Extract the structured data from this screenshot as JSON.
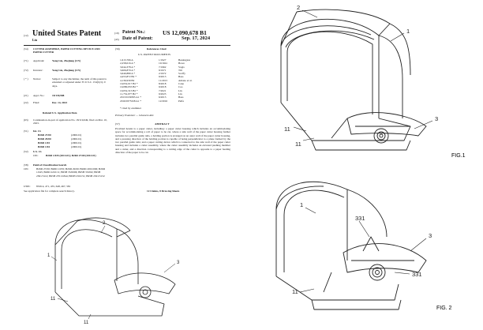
{
  "header": {
    "code12": "(12)",
    "title": "United States Patent",
    "inventor_short": "Liu",
    "code10": "(10)",
    "patent_no_label": "Patent No.:",
    "patent_no": "US 12,090,678 B1",
    "code45": "(45)",
    "date_label": "Date of Patent:",
    "date": "Sep. 17, 2024"
  },
  "left": {
    "f54_code": "(54)",
    "f54_text": "CUTTER ASSEMBLE, PAPER CUTTING DEVICE AND PAPER CUTTER",
    "f71_code": "(71)",
    "f71_label": "Applicant:",
    "f71_value": "Yong Liu, Zhejiang (CN)",
    "f72_code": "(72)",
    "f72_label": "Inventor:",
    "f72_value": "Yong Liu, Zhejiang (CN)",
    "notice_code": "( * )",
    "notice_label": "Notice:",
    "notice_text": "Subject to any disclaimer, the term of this patent is extended or adjusted under 35 U.S.C. 154(b) by 0 days.",
    "f21_code": "(21)",
    "f21_label": "Appl. No.:",
    "f21_value": "18/139,988",
    "f22_code": "(22)",
    "f22_label": "Filed:",
    "f22_value": "Dec. 14, 2023",
    "related_heading": "Related U.S. Application Data",
    "f63_code": "(63)",
    "f63_text": "Continuation-in-part of application No. 18/119,649, filed on Mar. 10, 2023.",
    "f51_code": "(51)",
    "f51_label": "Int. Cl.",
    "int_cl": [
      [
        "B26D 27/00",
        "(2006.01)"
      ],
      [
        "B26D 29/00",
        "(2006.01)"
      ],
      [
        "B26D 1/03",
        "(2006.01)"
      ],
      [
        "B26D 1/04",
        "(2006.01)"
      ]
    ],
    "f52_code": "(52)",
    "f52_label": "U.S. Cl.",
    "cpc_label": "CPC",
    "cpc_value": "B26D 1/035 (2013.01); B26D 27/00 (2013.01)",
    "f58_code": "(58)",
    "f58_label": "Field of Classification Search",
    "search_cpc_label": "CPC",
    "search_cpc_text": "B26D 27/00; B26D 1/035; B26D 29/00; B26D 2001/006; B26D 1/045; B26D 2210/11; B65H 35/0006; B65H 35/002; B65H 2301/5112; B65H 2701/1844; B65H 2301/51; B65H 2301/5152",
    "uspc_label": "USPC",
    "uspc_text": "83/614, 471, 455, 648, 467, 581",
    "see_app": "See application file for complete search history."
  },
  "middle": {
    "f56_code": "(56)",
    "f56_label": "References Cited",
    "us_docs_heading": "U.S. PATENT DOCUMENTS",
    "refs": [
      [
        "1,613,766 A",
        "1/1927",
        "Bessington"
      ],
      [
        "2,258,016 A *",
        "10/1941",
        "Bowe"
      ],
      [
        "3,044,378 A *",
        "7/1962",
        "Vogts"
      ],
      [
        "3,606,879 A *",
        "9/1971",
        "Tilt"
      ],
      [
        "3,640,889 A *",
        "2/1972",
        "Scoffy"
      ],
      [
        "4,453,872 B2 *",
        "9/2013",
        "Bass"
      ],
      [
        "4,136,939 B2",
        "11/2013",
        "Amano et al."
      ],
      [
        "10,052,017 B2 *",
        "8/2018",
        "Cane"
      ],
      [
        "10,080,955 B2 *",
        "9/2018",
        "Cao"
      ],
      [
        "10,052,315 B2 *",
        "7/2021",
        "Lin"
      ],
      [
        "11,752,977 B2 *",
        "9/2023",
        "Lin"
      ],
      [
        "2013/0139395 A1 *",
        "6/2013",
        "Bass"
      ],
      [
        "2016/0375328 A1 *",
        "12/2016",
        "Pelfa"
      ]
    ],
    "examiner_note": "* cited by examiner",
    "primary_examiner": "Primary Examiner — Ghassem Alie",
    "f57_code": "(57)",
    "f57_label": "ABSTRACT",
    "abstract": "Provided herein is a paper cutter, including: a paper cutter housing which includes an accommodating space for accommodating a roll of paper to be cut, where a side wall of the paper cutter housing further includes two parallel guide rails, a holding portion is arranged on an outer wall of the paper cutter housing, and a pressing direction of the holding portion is capable of being perpendicular to a plane formed by the two parallel guide rails; and a paper cutting device which is connected to the side wall of the paper cutter housing and includes a cutter assembly, where the cutter assembly includes an elevated pushing member and a cutter, and a direction corresponding to a cutting edge of the cutter is opposite to a paper feeding direction of the paper to be cut.",
    "claims": "12 Claims, 8 Drawing Sheets"
  },
  "figures": {
    "fig1_caption": "FIG.1",
    "fig2_caption": "FIG. 2",
    "fig1_labels": [
      "2",
      "1",
      "3",
      "11",
      "11"
    ],
    "fig2_labels": [
      "1",
      "331",
      "3",
      "331",
      "11"
    ],
    "small_labels": [
      "2",
      "3",
      "1",
      "11",
      "11"
    ]
  }
}
